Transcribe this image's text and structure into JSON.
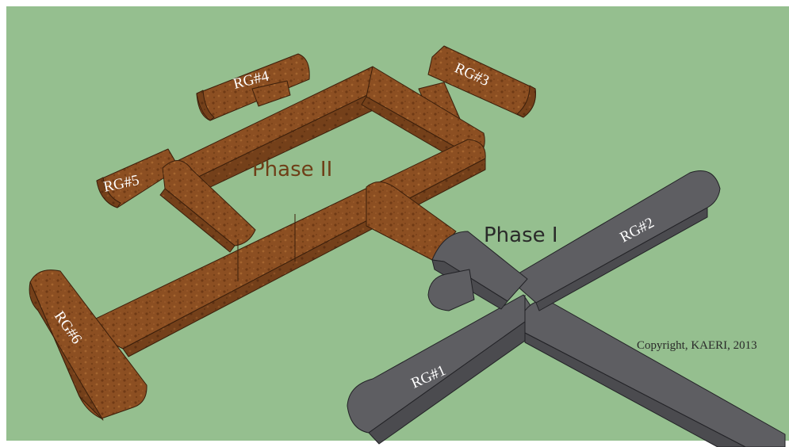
{
  "labels": {
    "phase_1": "Phase I",
    "phase_2": "Phase II",
    "copyright": "Copyright, KAERI, 2013"
  },
  "research_galleries": {
    "rg1": "RG#1",
    "rg2": "RG#2",
    "rg3": "RG#3",
    "rg4": "RG#4",
    "rg5": "RG#5",
    "rg6": "RG#6"
  },
  "colors": {
    "ground": "#95bf8f",
    "phase_1_tunnel": "#5e5e62",
    "phase_2_tunnel": "#8c4f22",
    "phase_1_text": "#2a2a2a",
    "phase_2_text": "#6e3f18"
  }
}
